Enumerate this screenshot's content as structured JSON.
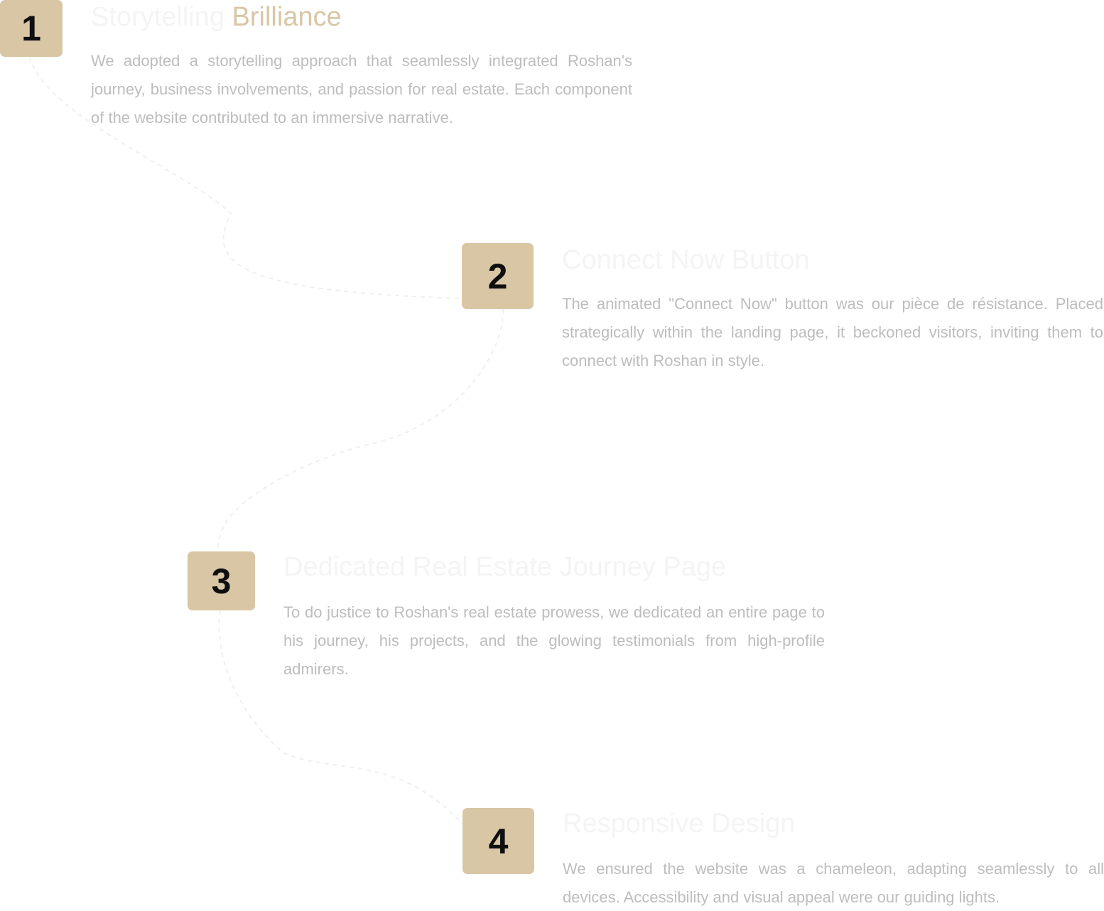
{
  "colors": {
    "accent": "#d9c6a5",
    "badge_text": "#0f0f0f",
    "body_text": "#bdbdbd",
    "faint_title": "#f4f4f4",
    "path_line": "#efefef",
    "background": "#ffffff"
  },
  "steps": [
    {
      "number": "1",
      "title_prefix": "Storytelling",
      "title_accent": "Brilliance",
      "description": "We adopted a storytelling approach that seamlessly integrated Roshan's journey, business involvements, and passion for real estate. Each component of the website contributed to an immersive narrative."
    },
    {
      "number": "2",
      "title_prefix": "Connect Now Button",
      "title_accent": "",
      "description": "The animated \"Connect Now\" button was our pièce de résistance. Placed strategically within the landing page, it beckoned visitors, inviting them to connect with Roshan in style."
    },
    {
      "number": "3",
      "title_prefix": "Dedicated Real Estate Journey Page",
      "title_accent": "",
      "description": "To do justice to Roshan's real estate prowess, we dedicated an entire page to his journey, his projects, and the glowing testimonials from high-profile admirers."
    },
    {
      "number": "4",
      "title_prefix": "Responsive Design",
      "title_accent": "",
      "description": "We ensured the website was a chameleon, adapting seamlessly to all devices. Accessibility and visual appeal were our guiding lights."
    }
  ]
}
